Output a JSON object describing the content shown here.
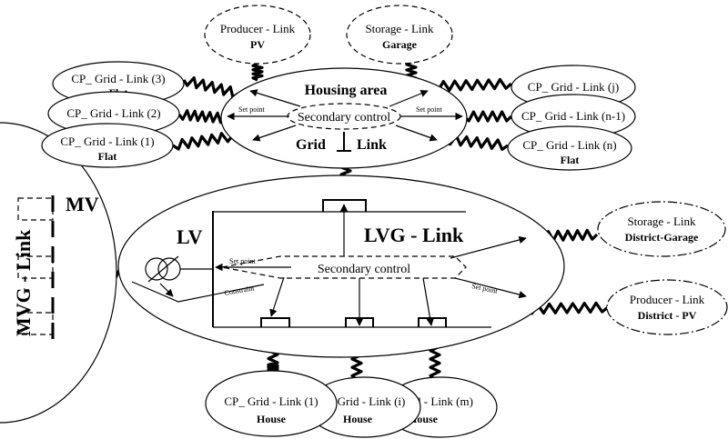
{
  "mvg": {
    "mv": "MV",
    "link": "MVG - Link"
  },
  "lvg": {
    "lv": "LV",
    "title": "LVG - Link",
    "control": "Secondary control",
    "setpoint_left": "Set point",
    "constraint": "Constraint",
    "setpoint_right": "Set point"
  },
  "housing": {
    "title": "Housing area",
    "control": "Secondary control",
    "grid": "Grid",
    "link": "Link",
    "setpoint_left": "Set point",
    "setpoint_right": "Set point"
  },
  "producer_top": {
    "title": "Producer - Link",
    "sub": "PV"
  },
  "storage_top": {
    "title": "Storage - Link",
    "sub": "Garage"
  },
  "cp_left": [
    {
      "title": "CP_ Grid - Link (3)",
      "sub": "Flat"
    },
    {
      "title": "CP_ Grid - Link (2)",
      "sub": ""
    },
    {
      "title": "CP_ Grid - Link (1)",
      "sub": "Flat"
    }
  ],
  "cp_right": [
    {
      "title": "CP_ Grid - Link (j)",
      "sub": ""
    },
    {
      "title": "CP_ Grid - Link (n-1)",
      "sub": ""
    },
    {
      "title": "CP_ Grid - Link (n)",
      "sub": "Flat"
    }
  ],
  "district_storage": {
    "title": "Storage - Link",
    "sub": "District-Garage"
  },
  "district_producer": {
    "title": "Producer - Link",
    "sub": "District - PV"
  },
  "houses": [
    {
      "title": "CP_ Grid - Link (1)",
      "sub": "House"
    },
    {
      "title": "Grid - Link (i)",
      "sub": "House"
    },
    {
      "title": "d - Link (m)",
      "sub": "House"
    }
  ]
}
